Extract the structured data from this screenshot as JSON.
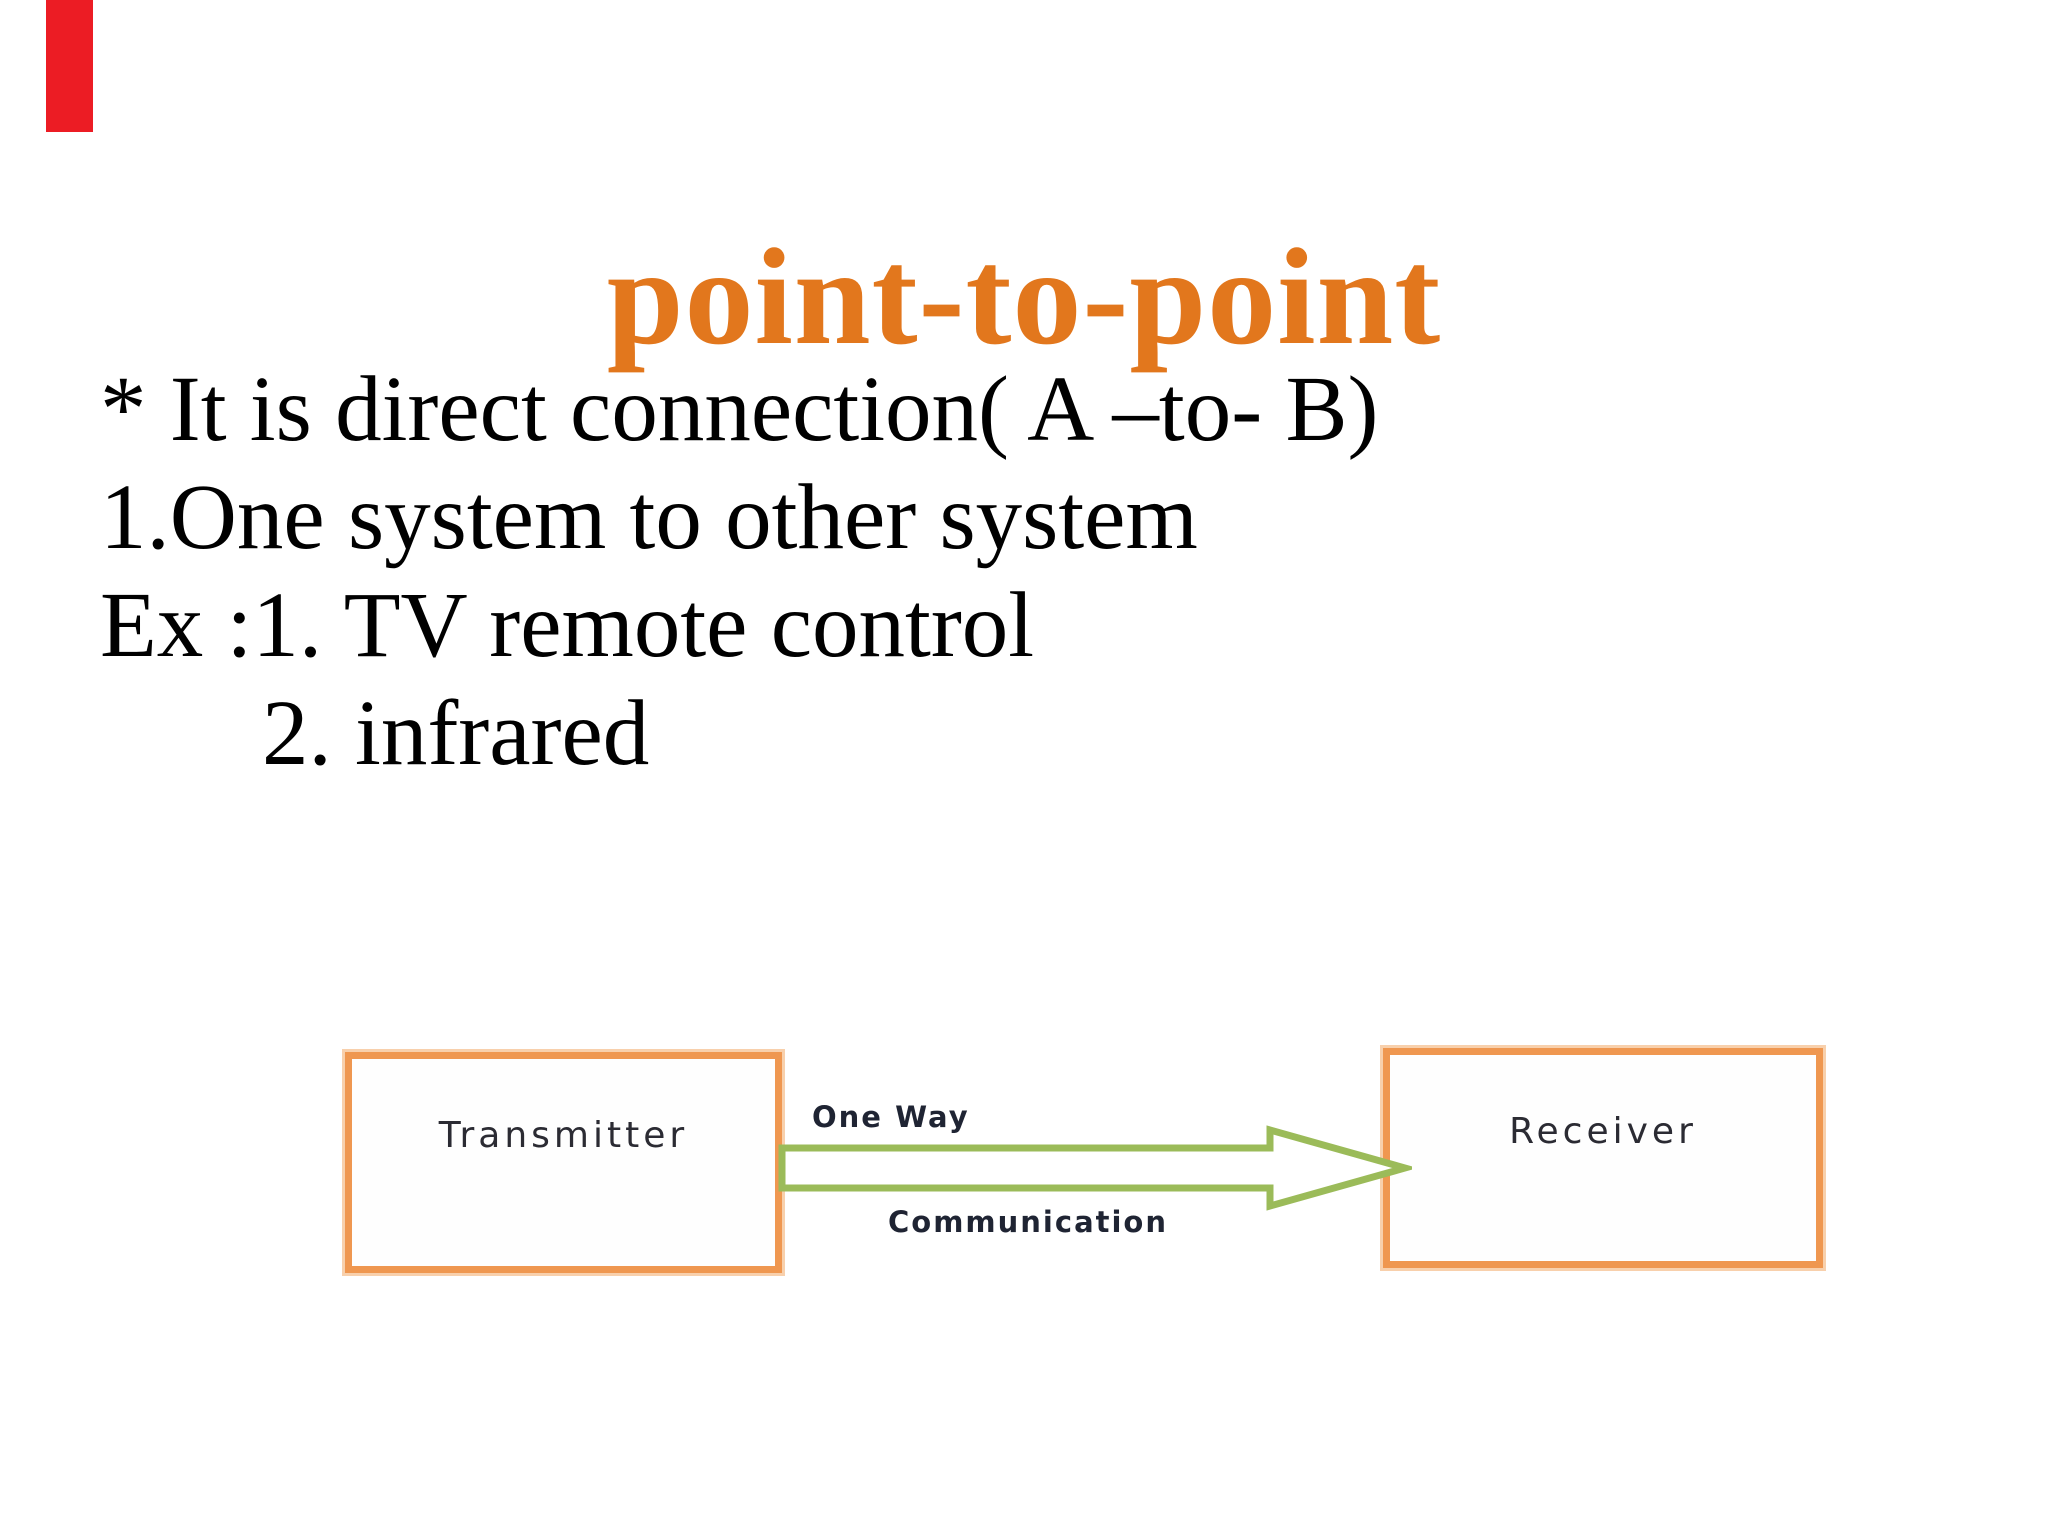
{
  "slide": {
    "title": "point-to-point",
    "body_lines": [
      "* It is direct connection( A –to- B)",
      "1.One system to other system",
      "Ex :1. TV remote control",
      "2. infrared"
    ],
    "diagram": {
      "transmitter_label": "Transmitter",
      "receiver_label": "Receiver",
      "arrow_label_top": "One Way",
      "arrow_label_bottom": "Communication"
    },
    "colors": {
      "title_orange": "#E2771D",
      "box_border_orange": "#EF9750",
      "arrow_green": "#9BBB59",
      "marker_red": "#EC1C24",
      "body_text": "#000000",
      "diagram_text": "#2B2B33"
    }
  }
}
